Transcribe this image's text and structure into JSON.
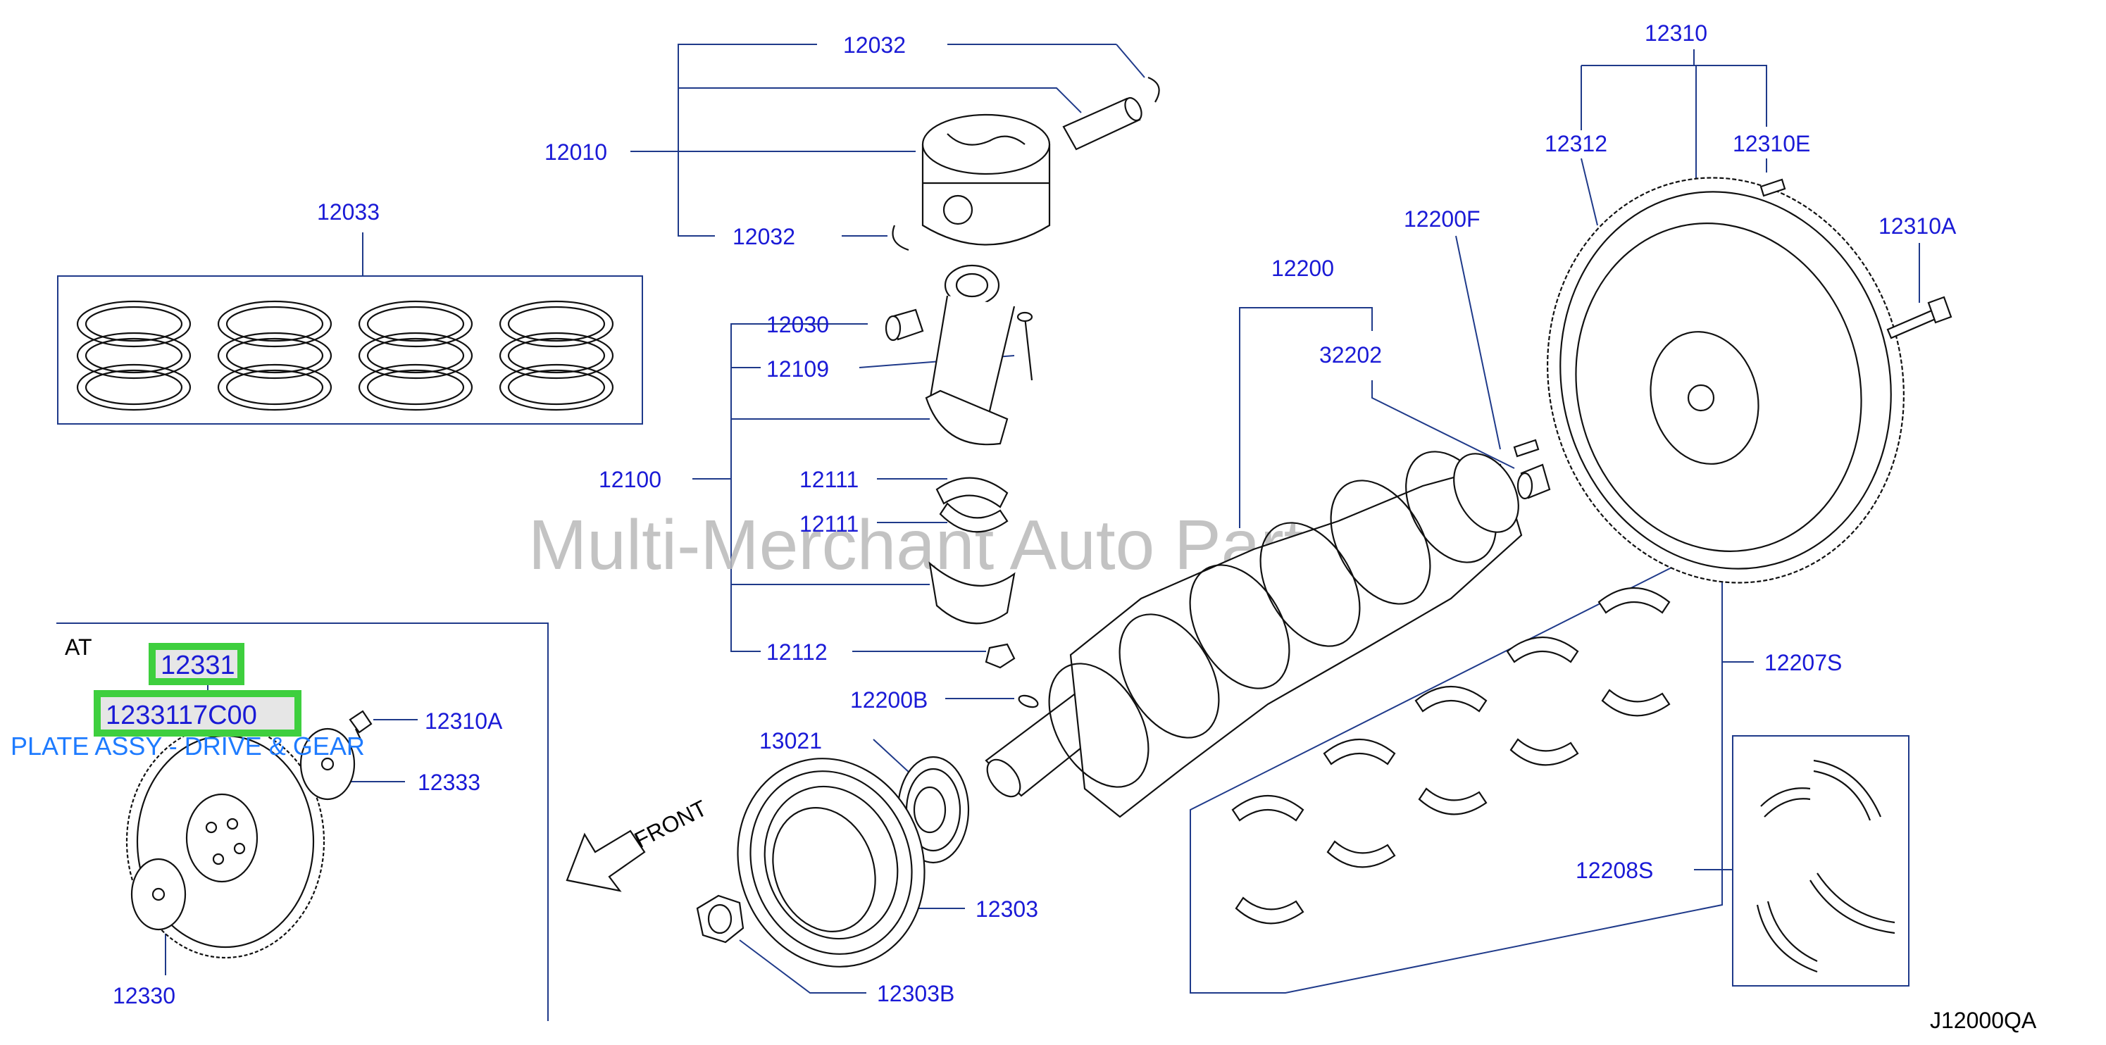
{
  "watermark": "Multi-Merchant Auto Partstore",
  "diagram_code": "J12000QA",
  "section_at": "AT",
  "front_label": "FRONT",
  "highlight": {
    "ref": "12331",
    "part_number": "1233117C00",
    "description": "PLATE ASSY - DRIVE & GEAR"
  },
  "labels": {
    "l12032_top": "12032",
    "l12010": "12010",
    "l12032_bot": "12032",
    "l12033": "12033",
    "l12030": "12030",
    "l12109": "12109",
    "l12100": "12100",
    "l12111_a": "12111",
    "l12111_b": "12111",
    "l12112": "12112",
    "l12200B": "12200B",
    "l13021": "13021",
    "l12303": "12303",
    "l12303B": "12303B",
    "l12200": "12200",
    "l32202": "32202",
    "l12200F": "12200F",
    "l12310": "12310",
    "l12312": "12312",
    "l12310E": "12310E",
    "l12310A_right": "12310A",
    "l12207S": "12207S",
    "l12208S": "12208S",
    "l12310A_left": "12310A",
    "l12333": "12333",
    "l12330": "12330"
  }
}
